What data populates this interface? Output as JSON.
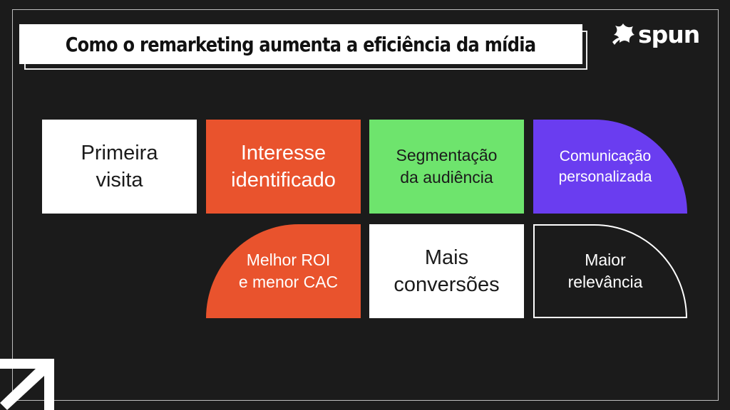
{
  "title": "Como o remarketing aumenta a eficiência da mídia",
  "logo": {
    "text": "spun",
    "icon": "spun-flame-icon"
  },
  "steps": [
    {
      "label": "Primeira\nvisita",
      "color": "#ffffff"
    },
    {
      "label": "Interesse\nidentificado",
      "color": "#e9532d"
    },
    {
      "label": "Segmentação\nda audiência",
      "color": "#6ee46d"
    },
    {
      "label": "Comunicação\npersonalizada",
      "color": "#6a3df0"
    },
    {
      "label": "Maior\nrelevância",
      "color": "#1b1b1b"
    },
    {
      "label": "Mais\nconversões",
      "color": "#ffffff"
    },
    {
      "label": "Melhor ROI\ne menor CAC",
      "color": "#e9532d"
    }
  ],
  "decor": {
    "corner_icon": "arrow-up-right-icon"
  }
}
